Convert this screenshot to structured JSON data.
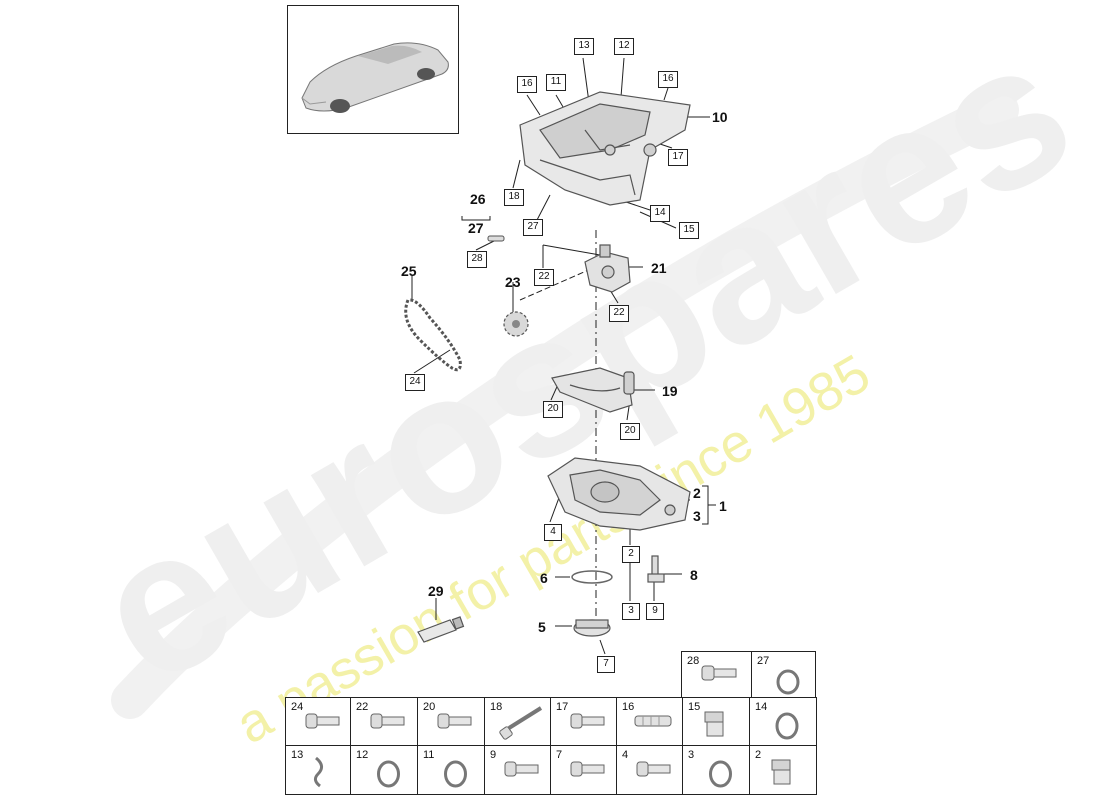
{
  "watermark": {
    "brand": "eurospares",
    "tagline": "a passion for parts since 1985"
  },
  "thumbnail": {
    "icon": "car-thumbnail"
  },
  "callouts": {
    "c1": "1",
    "c2": "2",
    "c3": "3",
    "c5": "5",
    "c6": "6",
    "c8": "8",
    "c10": "10",
    "c19": "19",
    "c21": "21",
    "c23": "23",
    "c25": "25",
    "c26": "26",
    "c27": "27",
    "c29": "29"
  },
  "boxed": {
    "b13": "13",
    "b12": "12",
    "b16a": "16",
    "b11": "11",
    "b16b": "16",
    "b17": "17",
    "b18": "18",
    "b14": "14",
    "b15": "15",
    "b27": "27",
    "b28": "28",
    "b22a": "22",
    "b22b": "22",
    "b24": "24",
    "b20a": "20",
    "b20b": "20",
    "b4": "4",
    "b2": "2",
    "b3": "3",
    "b9": "9",
    "b7": "7"
  },
  "parts_table": {
    "top_row": [
      "28",
      "27"
    ],
    "row1": [
      "24",
      "22",
      "20",
      "18",
      "17",
      "16",
      "15",
      "14"
    ],
    "row2": [
      "13",
      "12",
      "11",
      "9",
      "7",
      "4",
      "3",
      "2"
    ]
  },
  "colors": {
    "line": "#222222",
    "part_fill": "#e8e8e8",
    "part_stroke": "#555555",
    "watermark_gray": "#ededed",
    "watermark_yellow": "#f3f1a8"
  }
}
